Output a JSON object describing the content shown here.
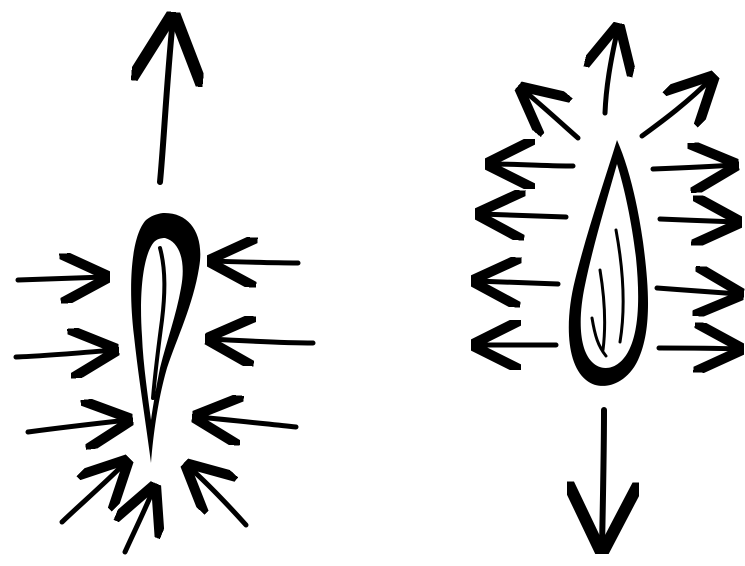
{
  "figure": {
    "panels": [
      {
        "id": "left",
        "shape": "teardrop-point-down",
        "outer_arrows_direction": "inward",
        "main_arrow_direction": "up"
      },
      {
        "id": "right",
        "shape": "teardrop-point-up",
        "outer_arrows_direction": "outward",
        "main_arrow_direction": "down"
      }
    ]
  }
}
